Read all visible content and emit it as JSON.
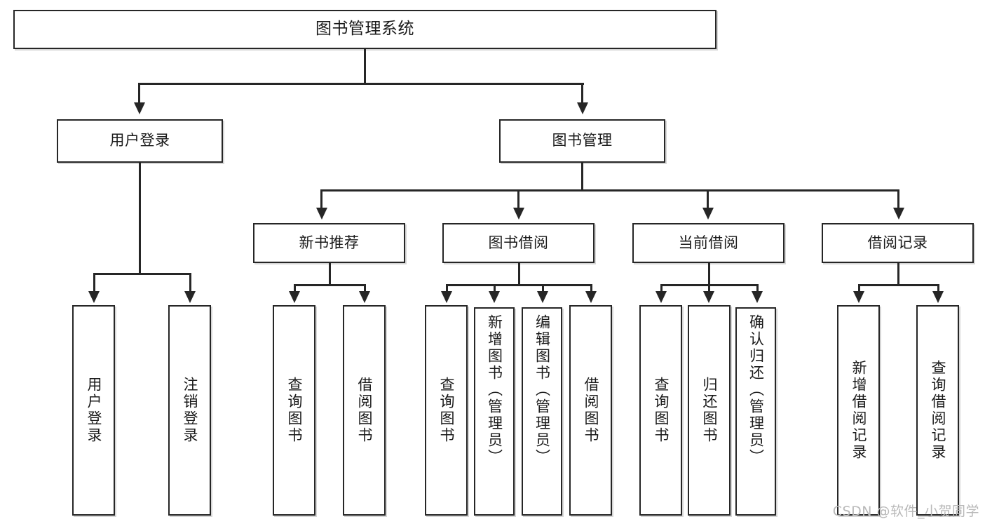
{
  "diagram": {
    "type": "tree-hierarchy",
    "title": "图书管理系统",
    "root": {
      "label": "图书管理系统"
    },
    "level2": [
      {
        "label": "用户登录"
      },
      {
        "label": "图书管理"
      }
    ],
    "level3": [
      {
        "label": "新书推荐"
      },
      {
        "label": "图书借阅"
      },
      {
        "label": "当前借阅"
      },
      {
        "label": "借阅记录"
      }
    ],
    "leaves": {
      "user_login": [
        {
          "label": "用户登录"
        },
        {
          "label": "注销登录"
        }
      ],
      "new_book_recommend": [
        {
          "label": "查询图书"
        },
        {
          "label": "借阅图书"
        }
      ],
      "book_borrow": [
        {
          "label": "查询图书"
        },
        {
          "label": "新增图书（管理员）"
        },
        {
          "label": "编辑图书（管理员）"
        },
        {
          "label": "借阅图书"
        }
      ],
      "current_borrow": [
        {
          "label": "查询图书"
        },
        {
          "label": "归还图书"
        },
        {
          "label": "确认归还（管理员）"
        }
      ],
      "borrow_records": [
        {
          "label": "新增借阅记录"
        },
        {
          "label": "查询借阅记录"
        }
      ]
    }
  },
  "watermark": {
    "text": "CSDN @软件_小贺同学"
  },
  "colors": {
    "stroke": "#262626",
    "fill": "#ffffff",
    "text": "#1a1a1a",
    "watermark": "#b9b9b9"
  }
}
